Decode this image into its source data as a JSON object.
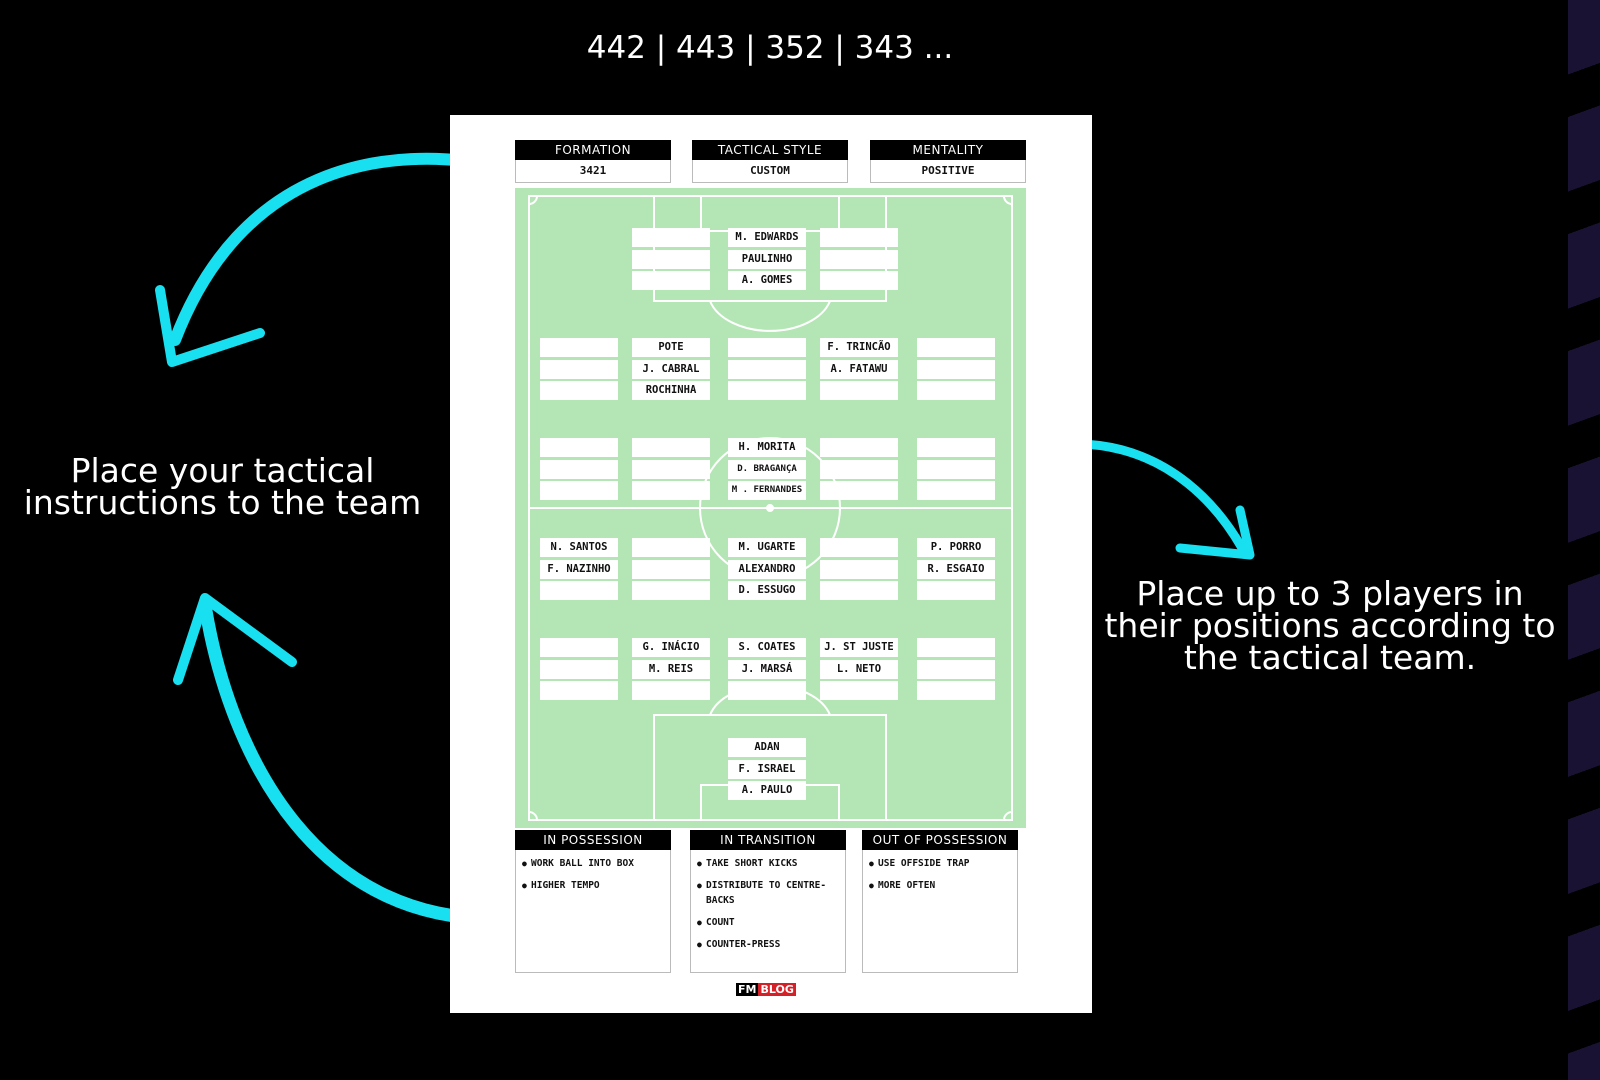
{
  "title": "442 | 443 | 352 | 343 ...",
  "left_note": "Place your tactical instructions to the team",
  "right_note": "Place up to 3 players in their positions according to the tactical team.",
  "header": {
    "formation_label": "FORMATION",
    "formation_value": "3421",
    "style_label": "TACTICAL STYLE",
    "style_value": "CUSTOM",
    "mentality_label": "MENTALITY",
    "mentality_value": "POSITIVE"
  },
  "players": {
    "st": [
      "M. EDWARDS",
      "PAULINHO",
      "A. GOMES"
    ],
    "am_lc": [
      "POTE",
      "J. CABRAL",
      "ROCHINHA"
    ],
    "am_rc": [
      "F. TRINCÃO",
      "A. FATAWU"
    ],
    "mc": [
      "H. MORITA",
      "D. BRAGANÇA",
      "M . FERNANDES"
    ],
    "wb_l": [
      "N. SANTOS",
      "F. NAZINHO"
    ],
    "dm": [
      "M. UGARTE",
      "ALEXANDRO",
      "D. ESSUGO"
    ],
    "wb_r": [
      "P. PORRO",
      "R. ESGAIO"
    ],
    "d_lc": [
      "G. INÁCIO",
      "M. REIS"
    ],
    "d_c": [
      "S. COATES",
      "J. MARSÁ"
    ],
    "d_rc": [
      "J. ST JUSTE",
      "L. NETO"
    ],
    "gk": [
      "ADAN",
      "F. ISRAEL",
      "A. PAULO"
    ]
  },
  "phases": {
    "in_possession": {
      "label": "IN POSSESSION",
      "items": [
        "WORK BALL INTO BOX",
        "HIGHER TEMPO"
      ]
    },
    "in_transition": {
      "label": "IN TRANSITION",
      "items": [
        "TAKE SHORT KICKS",
        "DISTRIBUTE TO CENTRE-BACKS",
        "COUNT",
        "COUNTER-PRESS"
      ]
    },
    "out_of_possession": {
      "label": "OUT OF POSSESSION",
      "items": [
        "USE OFFSIDE TRAP",
        "MORE OFTEN"
      ]
    }
  },
  "logo": {
    "fm": "FM",
    "blog": "BLOG"
  },
  "colors": {
    "pitch": "#b4e6b5",
    "arrow": "#19e0f0",
    "background": "#000000"
  }
}
